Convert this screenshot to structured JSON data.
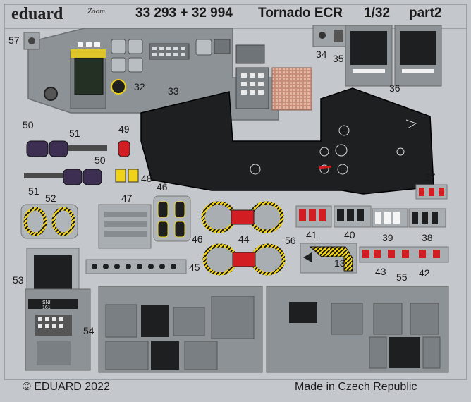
{
  "header": {
    "brand": "eduard",
    "brand_sub": "Zoom",
    "set_numbers": "33 293 + 32 994",
    "title": "Tornado ECR",
    "scale": "1/32",
    "part": "part2"
  },
  "footer": {
    "copyright": "© EDUARD 2022",
    "origin": "Made in Czech Republic"
  },
  "part_numbers": [
    "57",
    "34",
    "35",
    "36",
    "32",
    "33",
    "50",
    "51",
    "49",
    "50",
    "51",
    "48",
    "47",
    "52",
    "46",
    "46",
    "44",
    "41",
    "40",
    "39",
    "38",
    "37",
    "56",
    "13",
    "43",
    "55",
    "42",
    "45",
    "53",
    "54"
  ],
  "panel_codes": {
    "code_top": "SNI",
    "code_bottom": "161"
  },
  "colors": {
    "fret": "#c4c8cc",
    "panel_grey": "#8d9297",
    "panel_dark": "#1d1f21",
    "accent_yellow": "#f0d21a",
    "accent_red": "#d21e22",
    "mfd_green": "#243024",
    "harness_purple": "#3c2f52"
  }
}
